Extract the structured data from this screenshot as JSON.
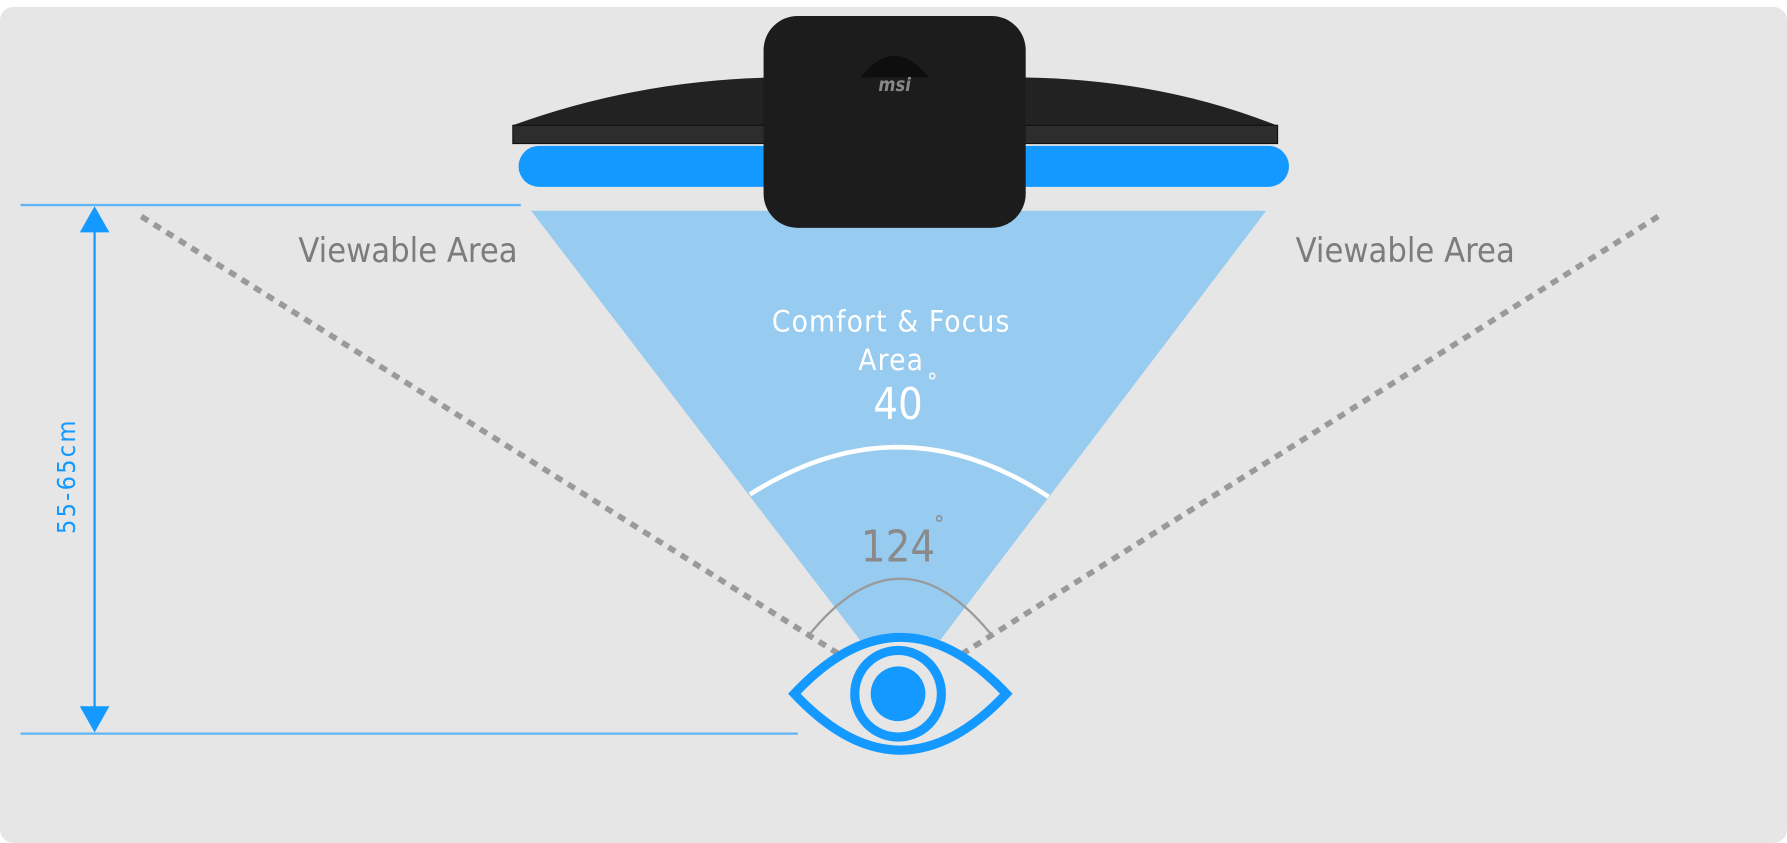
{
  "labels": {
    "viewable_left": "Viewable Area",
    "viewable_right": "Viewable Area",
    "comfort_line1": "Comfort & Focus",
    "comfort_line2": "Area",
    "comfort_angle": "40",
    "wide_angle": "124",
    "degree": "°",
    "distance": "55-65cm"
  },
  "colors": {
    "background": "#e5e6e5",
    "accent_blue": "#1399ff",
    "comfort_cone": "#98cbf0",
    "monitor": "#1e1e1e",
    "text_gray": "#7c7c7c",
    "dash_gray": "#9a9a9a"
  },
  "icons": [
    "monitor-top-view-icon",
    "eye-icon",
    "msi-logo"
  ]
}
